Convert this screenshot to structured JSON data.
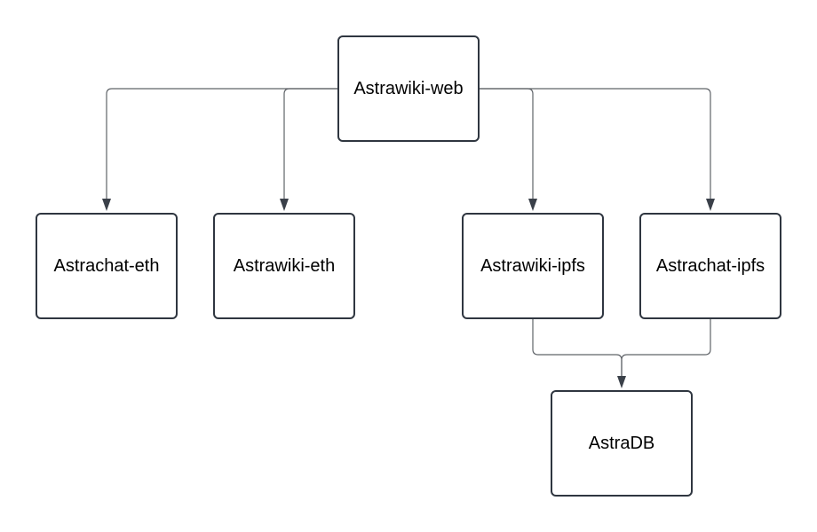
{
  "nodes": {
    "web": "Astrawiki-web",
    "astrachat_eth": "Astrachat-eth",
    "astrawiki_eth": "Astrawiki-eth",
    "astrawiki_ipfs": "Astrawiki-ipfs",
    "astrachat_ipfs": "Astrachat-ipfs",
    "astradb": "AstraDB"
  },
  "colors": {
    "line": "#5f6368",
    "arrowhead": "#3a4049",
    "node_border": "#2f3640"
  }
}
